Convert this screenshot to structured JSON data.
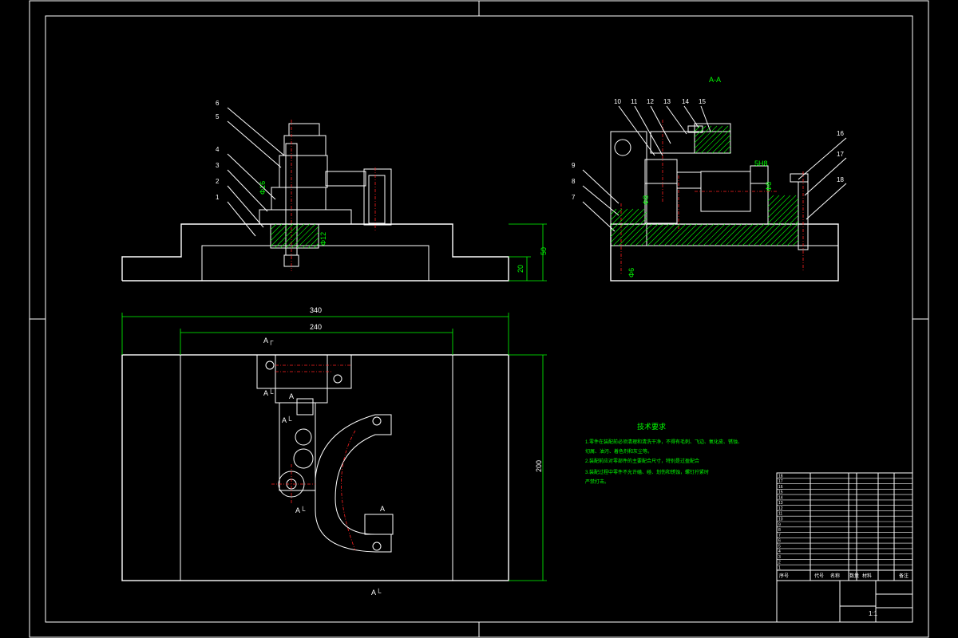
{
  "colors": {
    "background": "#000000",
    "outline": "#ffffff",
    "dimension": "#00ff00",
    "centerline": "#ff2020"
  },
  "section_view": {
    "title": "A-A"
  },
  "part_numbers": {
    "front_view": [
      "6",
      "5",
      "4",
      "3",
      "2",
      "1"
    ],
    "section_top": [
      "10",
      "11",
      "12",
      "13",
      "14",
      "15"
    ],
    "section_left": [
      "9",
      "8",
      "7"
    ],
    "section_right": [
      "16",
      "17",
      "18"
    ]
  },
  "dimensions": {
    "overall_length": "340",
    "inner_length": "240",
    "height_total": "50",
    "height_step": "20",
    "overall_width": "200",
    "fit_1": "Φ16",
    "fit_2": "Φ12",
    "fit_3": "Φ8",
    "fit_4": "Φ6",
    "fit_5": "5H8",
    "fit_6": "Φ8"
  },
  "section_markers": {
    "a_gamma": "A┌",
    "a_lower": "A└",
    "a_arrow": "A"
  },
  "notes": {
    "title": "技术要求",
    "lines": [
      "1.零件在装配前必须清理和清洗干净，不得有毛刺、飞边、氧化皮、锈蚀、",
      "  切屑、油污、着色剂和灰尘等。",
      "2.装配前应对零部件的主要配合尺寸，特别是过盈配合",
      "3.装配过程中零件不允许磕、碰、划伤和锈蚀，螺钉拧紧时",
      "  严禁打击。"
    ]
  },
  "title_block": {
    "rows": [
      "18",
      "17",
      "16",
      "15",
      "14",
      "13",
      "12",
      "11",
      "10",
      "9",
      "8",
      "7",
      "6",
      "5",
      "4",
      "3",
      "2",
      "1"
    ],
    "header": [
      "序号",
      "代号",
      "名称",
      "数量",
      "材料",
      "备注"
    ],
    "scale": "1:1"
  }
}
